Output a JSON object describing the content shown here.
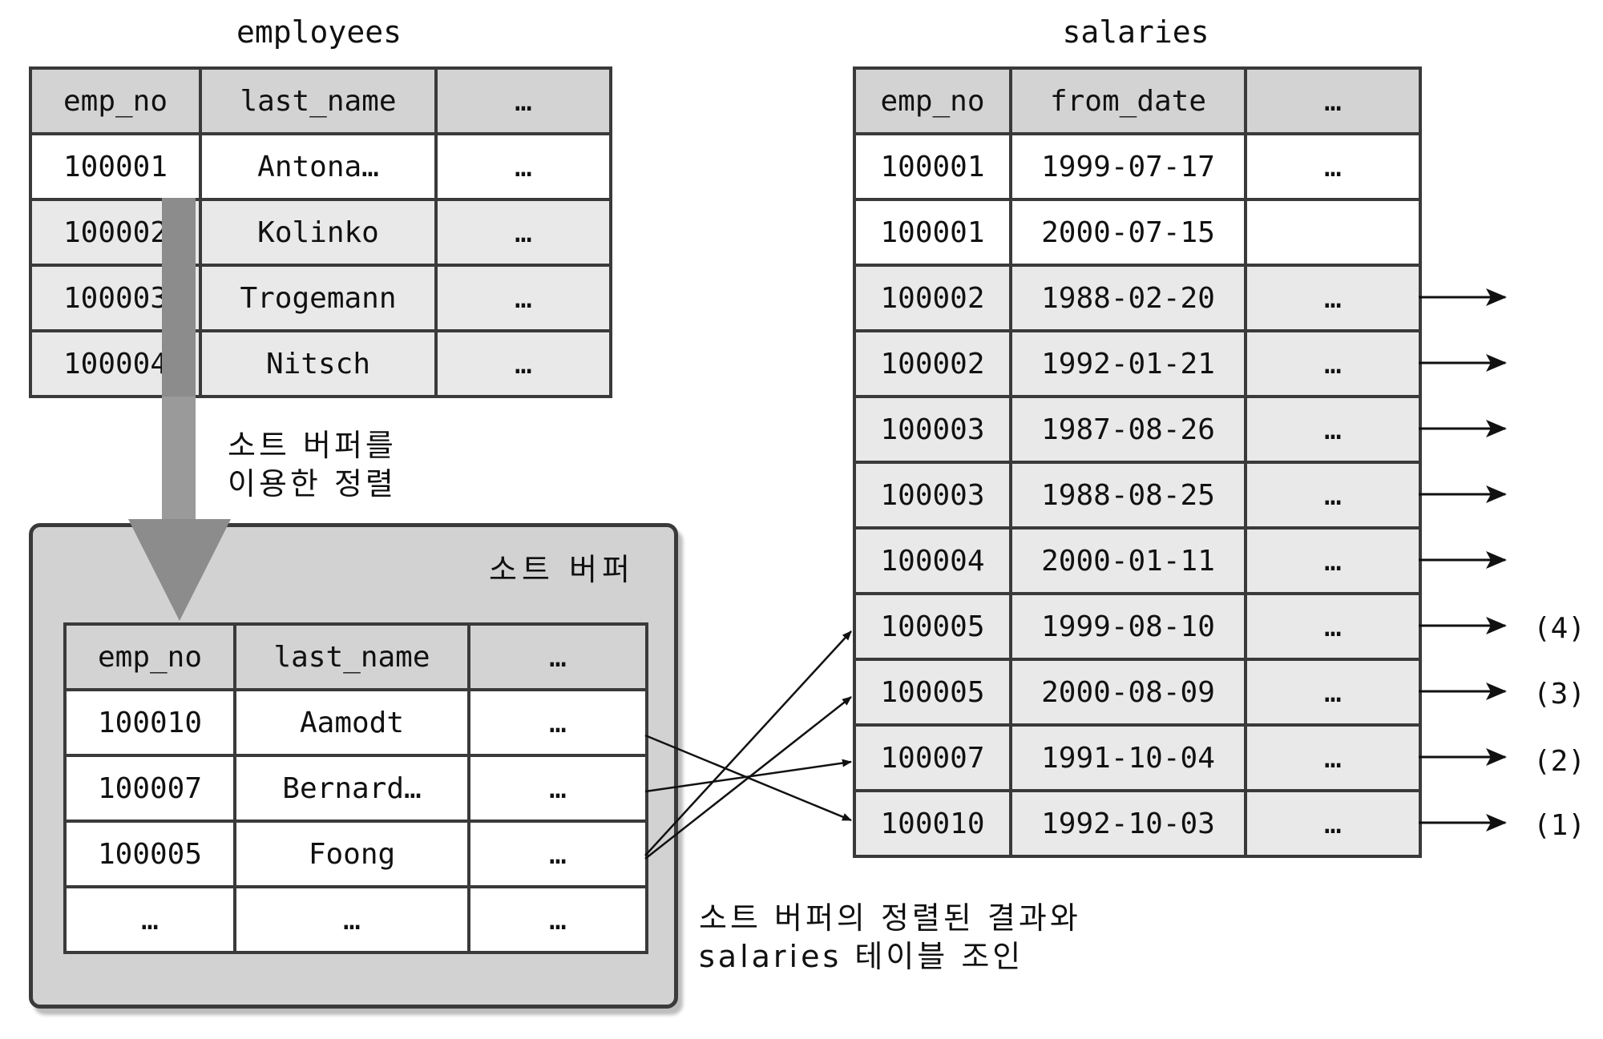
{
  "employees": {
    "title": "employees",
    "headers": [
      "emp_no",
      "last_name",
      "…"
    ],
    "rows": [
      [
        "100001",
        "Antona…",
        "…"
      ],
      [
        "100002",
        "Kolinko",
        "…"
      ],
      [
        "100003",
        "Trogemann",
        "…"
      ],
      [
        "100004",
        "Nitsch",
        "…"
      ]
    ]
  },
  "sort_caption": {
    "line1": "소트 버퍼를",
    "line2": "이용한 정렬"
  },
  "sort_buffer": {
    "title": "소트 버퍼",
    "headers": [
      "emp_no",
      "last_name",
      "…"
    ],
    "rows": [
      [
        "100010",
        "Aamodt",
        "…"
      ],
      [
        "100007",
        "Bernard…",
        "…"
      ],
      [
        "100005",
        "Foong",
        "…"
      ],
      [
        "…",
        "…",
        "…"
      ]
    ]
  },
  "salaries": {
    "title": "salaries",
    "headers": [
      "emp_no",
      "from_date",
      "…"
    ],
    "rows": [
      [
        "100001",
        "1999-07-17",
        "…"
      ],
      [
        "100001",
        "2000-07-15",
        ""
      ],
      [
        "100002",
        "1988-02-20",
        "…"
      ],
      [
        "100002",
        "1992-01-21",
        "…"
      ],
      [
        "100003",
        "1987-08-26",
        "…"
      ],
      [
        "100003",
        "1988-08-25",
        "…"
      ],
      [
        "100004",
        "2000-01-11",
        "…"
      ],
      [
        "100005",
        "1999-08-10",
        "…"
      ],
      [
        "100005",
        "2000-08-09",
        "…"
      ],
      [
        "100007",
        "1991-10-04",
        "…"
      ],
      [
        "100010",
        "1992-10-03",
        "…"
      ]
    ]
  },
  "join_caption": {
    "line1": "소트 버퍼의 정렬된 결과와",
    "line2": "salaries 테이블 조인"
  },
  "order_labels": [
    "(4)",
    "(3)",
    "(2)",
    "(1)"
  ]
}
